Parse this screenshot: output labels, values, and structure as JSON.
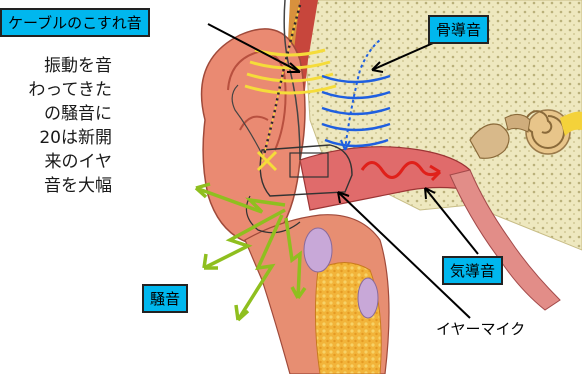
{
  "left_text": [
    "振動を音",
    "わってきた",
    "の騒音に",
    "20は新開",
    "来のイヤ",
    "音を大幅"
  ],
  "labels": {
    "cable_noise": "ケーブルのこすれ音",
    "bone_conduction": "骨導音",
    "air_conduction": "気導音",
    "noise": "騒音",
    "ear_mic": "イヤーマイク"
  },
  "colors": {
    "label_bg": "#00b7ee",
    "skin": "#e9826b",
    "bone": "#f1ecc4",
    "noise_arrow": "#8fbf1f",
    "bone_wave": "#1f5fe0",
    "cable_wave": "#f5dc3a",
    "air_wave": "#e0201a"
  }
}
